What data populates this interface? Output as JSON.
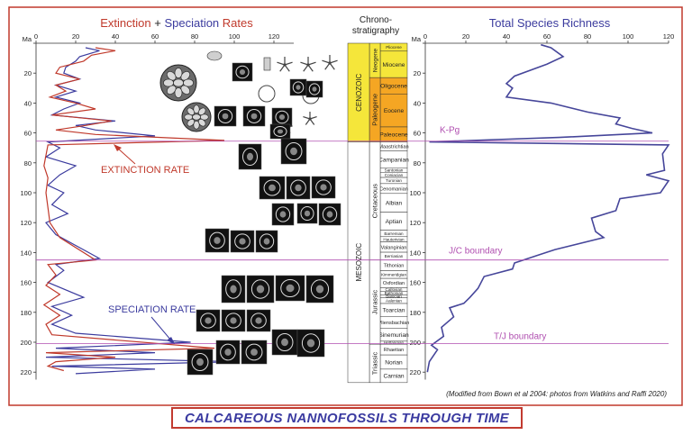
{
  "left_panel": {
    "title_parts": [
      "Extinction",
      " + ",
      "Speciation",
      " Rates"
    ],
    "ylabel": "Ma",
    "annotations": {
      "extinction": "EXTINCTION RATE",
      "speciation": "SPECIATION RATE"
    }
  },
  "chrono": {
    "title_lines": [
      "Chrono-",
      "stratigraphy"
    ],
    "eras": [
      "CENOZOIC",
      "MESOZOIC"
    ],
    "periods": [
      "Neogene",
      "Paleogene",
      "Cretaceous",
      "Jurassic",
      "Triassic"
    ],
    "stages": [
      "Pliocene",
      "Miocene",
      "Oligocene",
      "Eocene",
      "Paleocene",
      "Maastrichtian",
      "Campanian",
      "Santonian",
      "Coniacian",
      "Turonian",
      "Cenomanian",
      "Albian",
      "Aptian",
      "Barremian",
      "Hauterivian",
      "Valanginian",
      "Berriasian",
      "Tithonian",
      "Kimmeridgian",
      "Oxfordian",
      "Callovian",
      "Bathonian",
      "Bajocian",
      "Aalenian",
      "Toarcian",
      "Pliensbachian",
      "Sinemurian",
      "Hettangian",
      "Rhaetian",
      "Norian",
      "Carnian"
    ]
  },
  "right_panel": {
    "title": "Total Species Richness",
    "ylabel": "Ma",
    "boundaries": [
      "K-Pg",
      "J/C boundary",
      "T/J boundary"
    ]
  },
  "credit": "(Modified from Bown et al 2004: photos from Watkins and Raffi 2020)",
  "footer_title": "CALCAREOUS NANNOFOSSILS THROUGH TIME",
  "colors": {
    "extinction": "#c0392b",
    "speciation": "#3b3b9e",
    "richness": "#46469a",
    "boundary": "#b04fb0",
    "frame": "#c0392b",
    "neogene": "#f5e63a",
    "paleogene": "#f5a623"
  },
  "chart_data": [
    {
      "type": "line",
      "title": "Extinction + Speciation Rates",
      "xlabel": "",
      "ylabel": "Ma",
      "x_ticks": [
        0,
        20,
        40,
        60,
        80,
        100,
        120
      ],
      "y_ticks": [
        0,
        20,
        40,
        60,
        80,
        100,
        120,
        140,
        160,
        180,
        200,
        220
      ],
      "xlim": [
        0,
        130
      ],
      "ylim": [
        0,
        225
      ],
      "series": [
        {
          "name": "EXTINCTION RATE",
          "points": [
            [
              30,
              3
            ],
            [
              40,
              5
            ],
            [
              28,
              8
            ],
            [
              24,
              12
            ],
            [
              12,
              16
            ],
            [
              10,
              20
            ],
            [
              22,
              24
            ],
            [
              10,
              28
            ],
            [
              15,
              32
            ],
            [
              7,
              36
            ],
            [
              20,
              40
            ],
            [
              30,
              44
            ],
            [
              8,
              48
            ],
            [
              38,
              52
            ],
            [
              25,
              55
            ],
            [
              10,
              58
            ],
            [
              30,
              61
            ],
            [
              95,
              65
            ],
            [
              6,
              68
            ],
            [
              5,
              75
            ],
            [
              4,
              82
            ],
            [
              6,
              90
            ],
            [
              5,
              100
            ],
            [
              6,
              110
            ],
            [
              7,
              120
            ],
            [
              12,
              130
            ],
            [
              30,
              145
            ],
            [
              6,
              148
            ],
            [
              10,
              155
            ],
            [
              5,
              162
            ],
            [
              12,
              168
            ],
            [
              4,
              175
            ],
            [
              12,
              182
            ],
            [
              5,
              188
            ],
            [
              8,
              195
            ],
            [
              90,
              204
            ],
            [
              5,
              207
            ],
            [
              40,
              210
            ],
            [
              10,
              213
            ],
            [
              6,
              216
            ],
            [
              14,
              219
            ]
          ]
        },
        {
          "name": "SPECIATION RATE",
          "points": [
            [
              25,
              3
            ],
            [
              32,
              5
            ],
            [
              22,
              9
            ],
            [
              20,
              12
            ],
            [
              15,
              16
            ],
            [
              14,
              20
            ],
            [
              22,
              24
            ],
            [
              10,
              28
            ],
            [
              20,
              32
            ],
            [
              10,
              36
            ],
            [
              22,
              40
            ],
            [
              14,
              44
            ],
            [
              8,
              48
            ],
            [
              40,
              52
            ],
            [
              20,
              55
            ],
            [
              30,
              58
            ],
            [
              60,
              62
            ],
            [
              6,
              66
            ],
            [
              12,
              70
            ],
            [
              5,
              76
            ],
            [
              20,
              82
            ],
            [
              12,
              88
            ],
            [
              6,
              95
            ],
            [
              14,
              100
            ],
            [
              8,
              108
            ],
            [
              16,
              114
            ],
            [
              5,
              120
            ],
            [
              10,
              128
            ],
            [
              32,
              144
            ],
            [
              10,
              148
            ],
            [
              14,
              152
            ],
            [
              6,
              160
            ],
            [
              24,
              170
            ],
            [
              8,
              176
            ],
            [
              18,
              182
            ],
            [
              8,
              188
            ],
            [
              20,
              194
            ],
            [
              78,
              200
            ],
            [
              10,
              204
            ],
            [
              60,
              207
            ],
            [
              5,
              210
            ],
            [
              100,
              213
            ],
            [
              8,
              216
            ],
            [
              60,
              218
            ],
            [
              20,
              221
            ]
          ]
        }
      ]
    },
    {
      "type": "line",
      "title": "Total Species Richness",
      "xlabel": "",
      "ylabel": "Ma",
      "x_ticks": [
        0,
        20,
        40,
        60,
        80,
        100,
        120
      ],
      "y_ticks": [
        0,
        20,
        40,
        60,
        80,
        100,
        120,
        140,
        160,
        180,
        200,
        220
      ],
      "xlim": [
        0,
        122
      ],
      "ylim": [
        0,
        225
      ],
      "series": [
        {
          "name": "Total Species Richness",
          "points": [
            [
              57,
              1
            ],
            [
              62,
              3
            ],
            [
              68,
              9
            ],
            [
              60,
              14
            ],
            [
              44,
              22
            ],
            [
              40,
              27
            ],
            [
              43,
              30
            ],
            [
              40,
              36
            ],
            [
              62,
              40
            ],
            [
              80,
              46
            ],
            [
              96,
              50
            ],
            [
              94,
              54
            ],
            [
              102,
              57
            ],
            [
              112,
              60
            ],
            [
              66,
              63
            ],
            [
              2,
              66
            ],
            [
              120,
              68
            ],
            [
              117,
              74
            ],
            [
              118,
              85
            ],
            [
              109,
              88
            ],
            [
              120,
              92
            ],
            [
              116,
              100
            ],
            [
              96,
              104
            ],
            [
              94,
              112
            ],
            [
              82,
              117
            ],
            [
              84,
              126
            ],
            [
              88,
              130
            ],
            [
              64,
              138
            ],
            [
              55,
              142
            ],
            [
              44,
              147
            ],
            [
              43,
              151
            ],
            [
              29,
              156
            ],
            [
              26,
              164
            ],
            [
              22,
              170
            ],
            [
              19,
              174
            ],
            [
              12,
              177
            ],
            [
              14,
              183
            ],
            [
              8,
              190
            ],
            [
              9,
              196
            ],
            [
              3,
              202
            ],
            [
              6,
              205
            ],
            [
              2,
              213
            ],
            [
              1,
              220
            ]
          ]
        }
      ]
    }
  ]
}
